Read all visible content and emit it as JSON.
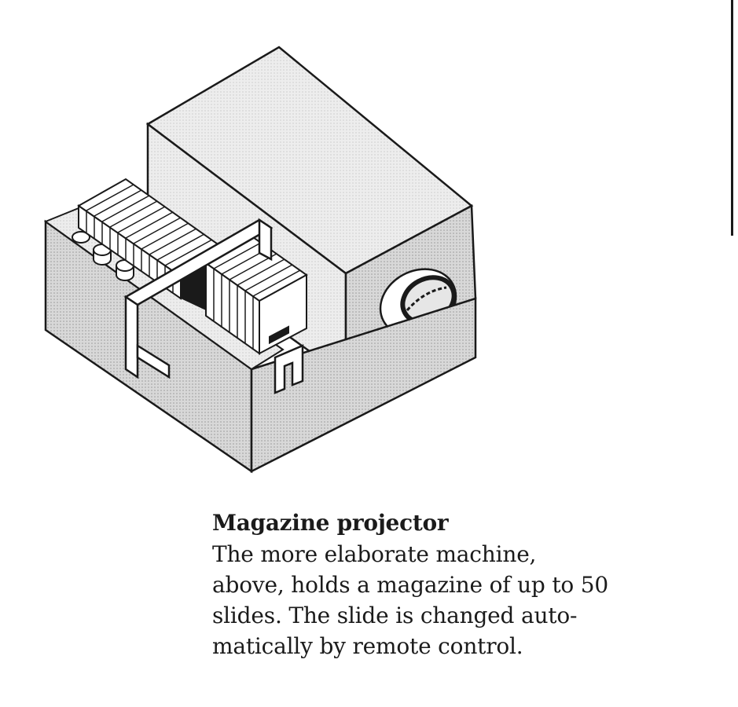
{
  "caption": {
    "title": "Magazine projector",
    "lines": [
      "The more elaborate machine,",
      "above, holds a magazine of up to 50",
      "slides. The slide is changed auto-",
      "matically by remote control."
    ]
  },
  "illustration": {
    "icon": "slide-projector-illustration",
    "colors": {
      "ink": "#1a1a1a",
      "light_fill": "#eeeeee",
      "mid_fill": "#d6d6d6",
      "dark_fill": "#c4c4c4"
    }
  }
}
